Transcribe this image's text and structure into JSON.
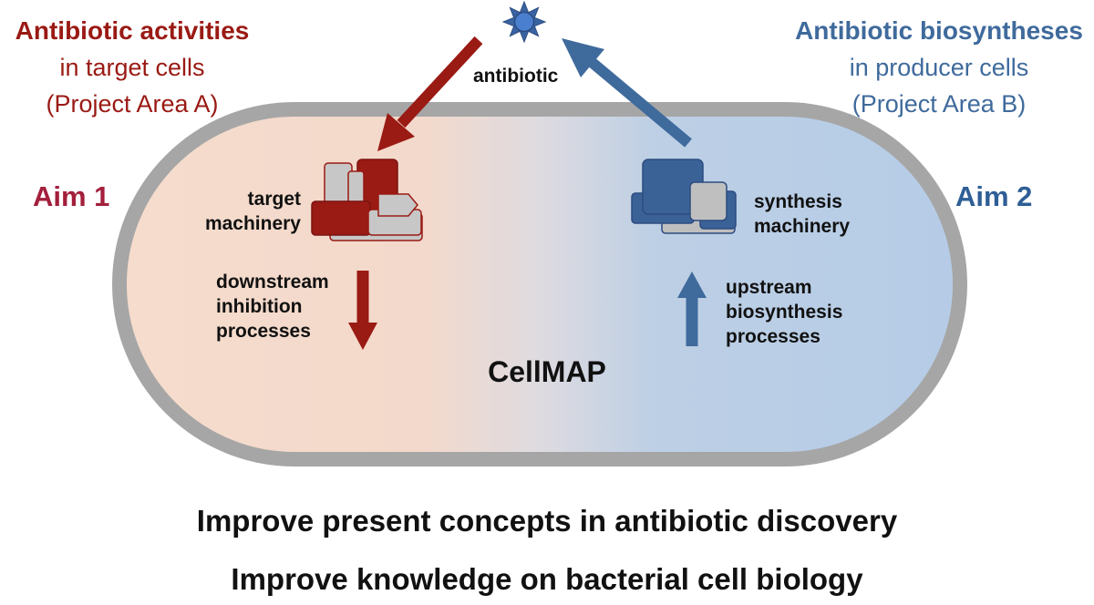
{
  "header_left": {
    "line1": "Antibiotic activities",
    "line2": "in target cells",
    "line3": "(Project Area A)"
  },
  "header_right": {
    "line1": "Antibiotic biosyntheses",
    "line2": "in producer cells",
    "line3": "(Project Area B)"
  },
  "antibiotic_label": "antibiotic",
  "aim1": "Aim 1",
  "aim2": "Aim 2",
  "left_cell": {
    "machinery_line1": "target",
    "machinery_line2": "machinery",
    "process_line1": "downstream",
    "process_line2": "inhibition",
    "process_line3": "processes"
  },
  "right_cell": {
    "machinery_line1": "synthesis",
    "machinery_line2": "machinery",
    "process_line1": "upstream",
    "process_line2": "biosynthesis",
    "process_line3": "processes"
  },
  "center_label": "CellMAP",
  "footer": {
    "line1": "Improve present concepts in antibiotic discovery",
    "line2": "Improve knowledge on bacterial cell biology"
  },
  "colors": {
    "red": "#9a1a14",
    "blue": "#3f6a9c",
    "aim1": "#a31f3c",
    "aim2": "#2e5e96",
    "cell_left": "#f6dccc",
    "cell_right": "#b6cce6",
    "cell_border": "#a6a6a6"
  }
}
